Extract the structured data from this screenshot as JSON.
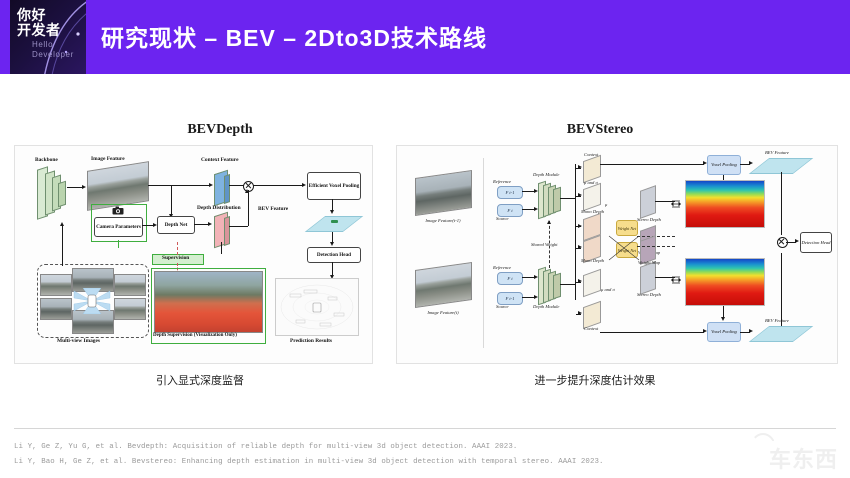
{
  "header": {
    "title": "研究现状 – BEV – 2Dto3D技术路线",
    "accent_color": "#6c24f0",
    "logo": {
      "line1": "你好",
      "line2": "开发者",
      "en_line1": "Hello",
      "en_line2": "Developer"
    }
  },
  "figures": {
    "left": {
      "title": "BEVDepth",
      "caption": "引入显式深度监督",
      "labels": {
        "backbone": "Backbone",
        "image_feature": "Image Feature",
        "context_feature": "Context Feature",
        "depth_distribution": "Depth Distribution",
        "camera_parameters": "Camera Parameters",
        "depth_net": "Depth Net",
        "bev_feature": "BEV Feature",
        "efficient_voxel_pooling": "Efficient Voxel Pooling",
        "detection_head": "Detection Head",
        "supervision": "Supervision",
        "multi_view_images": "Multi-view Images",
        "depth_supervision": "Depth Supervision (Visualization Only)",
        "prediction_results": "Prediction Results"
      }
    },
    "right": {
      "title": "BEVStereo",
      "caption": "进一步提升深度估计效果",
      "labels": {
        "image_feature_tm1": "Image Feature(t-1)",
        "image_feature_t": "Image Feature(t)",
        "depth_module": "Depth Module",
        "shared_weight": "Shared Weight",
        "reference": "Reference",
        "source": "Source",
        "f_tm1": "F t-1",
        "f_t": "F t",
        "context": "Context",
        "mu_sigma": "μ and σ",
        "mono_depth": "Mono Depth",
        "weight_net": "Weight Net",
        "weight_map": "Weight Map",
        "stereo_depth": "Stereo Depth",
        "voxel_pooling": "Voxel Pooling",
        "bev_feature": "BEV Feature",
        "detection_head": "Detection Head"
      }
    }
  },
  "references": [
    "Li Y, Ge Z, Yu G, et al. Bevdepth: Acquisition of reliable depth for multi-view 3d object detection. AAAI 2023.",
    "Li Y, Bao H, Ge Z, et al. Bevstereo: Enhancing depth estimation in multi-view 3d object detection with temporal stereo. AAAI 2023."
  ],
  "watermark": "车东西"
}
